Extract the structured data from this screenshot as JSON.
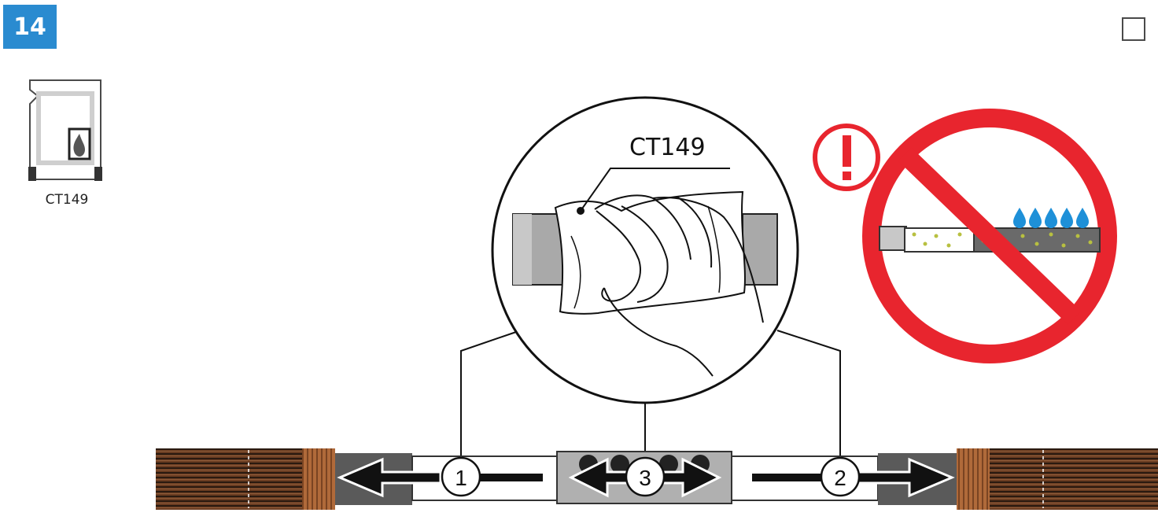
{
  "step": {
    "number": "14"
  },
  "product": {
    "label": "CT149"
  },
  "callout": {
    "label": "CT149"
  },
  "markers": [
    "1",
    "2",
    "3"
  ],
  "colors": {
    "badge_blue": "#2a8bd0",
    "prohibit_red": "#e8252e",
    "water_blue": "#1e90d8",
    "copper": "#b06a3a"
  },
  "icons": [
    "warning-exclamation-icon",
    "prohibited-sign-icon",
    "water-drop-icon",
    "flame-icon"
  ]
}
